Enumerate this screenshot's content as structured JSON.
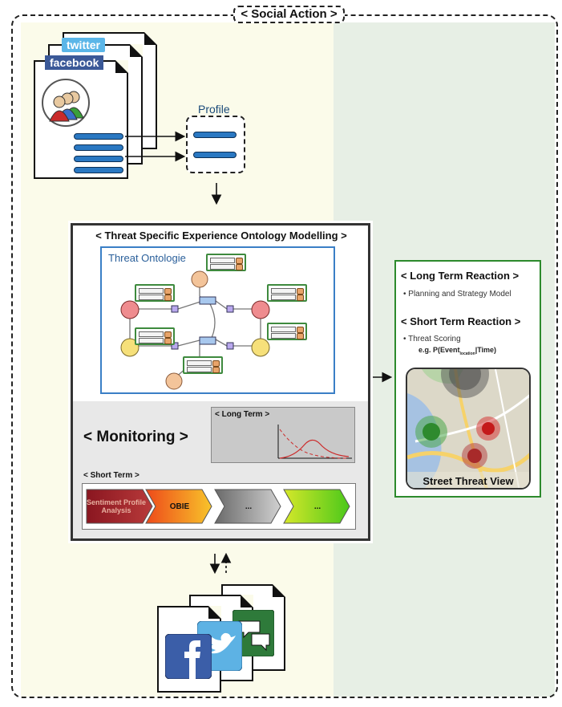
{
  "title": "< Social Action >",
  "social_sources": {
    "twitter": "twitter",
    "facebook": "facebook"
  },
  "profile": {
    "label": "Profile"
  },
  "modelling": {
    "title": "< Threat Specific Experience Ontology Modelling >",
    "ontology_title": "Threat Ontologie"
  },
  "monitoring": {
    "title": "< Monitoring >",
    "long_term": "< Long Term >",
    "short_term": "< Short Term >",
    "pipeline": [
      {
        "label": "Sentiment Profile Analysis",
        "color": "#a3202a"
      },
      {
        "label": "OBIE",
        "color": "#f08a1c"
      },
      {
        "label": "...",
        "color": "#a8a8a8"
      },
      {
        "label": "...",
        "color": "#8fd82a"
      }
    ]
  },
  "reaction": {
    "long_term_title": "< Long Term Reaction >",
    "long_term_item": "• Planning and Strategy Model",
    "short_term_title": "< Short Term Reaction >",
    "short_term_item": "• Threat Scoring",
    "formula_prefix": "e.g. P(Event",
    "formula_sub": "location",
    "formula_suffix": "|Time)",
    "map_label": "Street Threat View"
  },
  "colors": {
    "left_panel": "#fbfbea",
    "right_panel": "#e7efe5",
    "accent_blue": "#2a78c2",
    "reaction_border": "#2c8a2c"
  }
}
